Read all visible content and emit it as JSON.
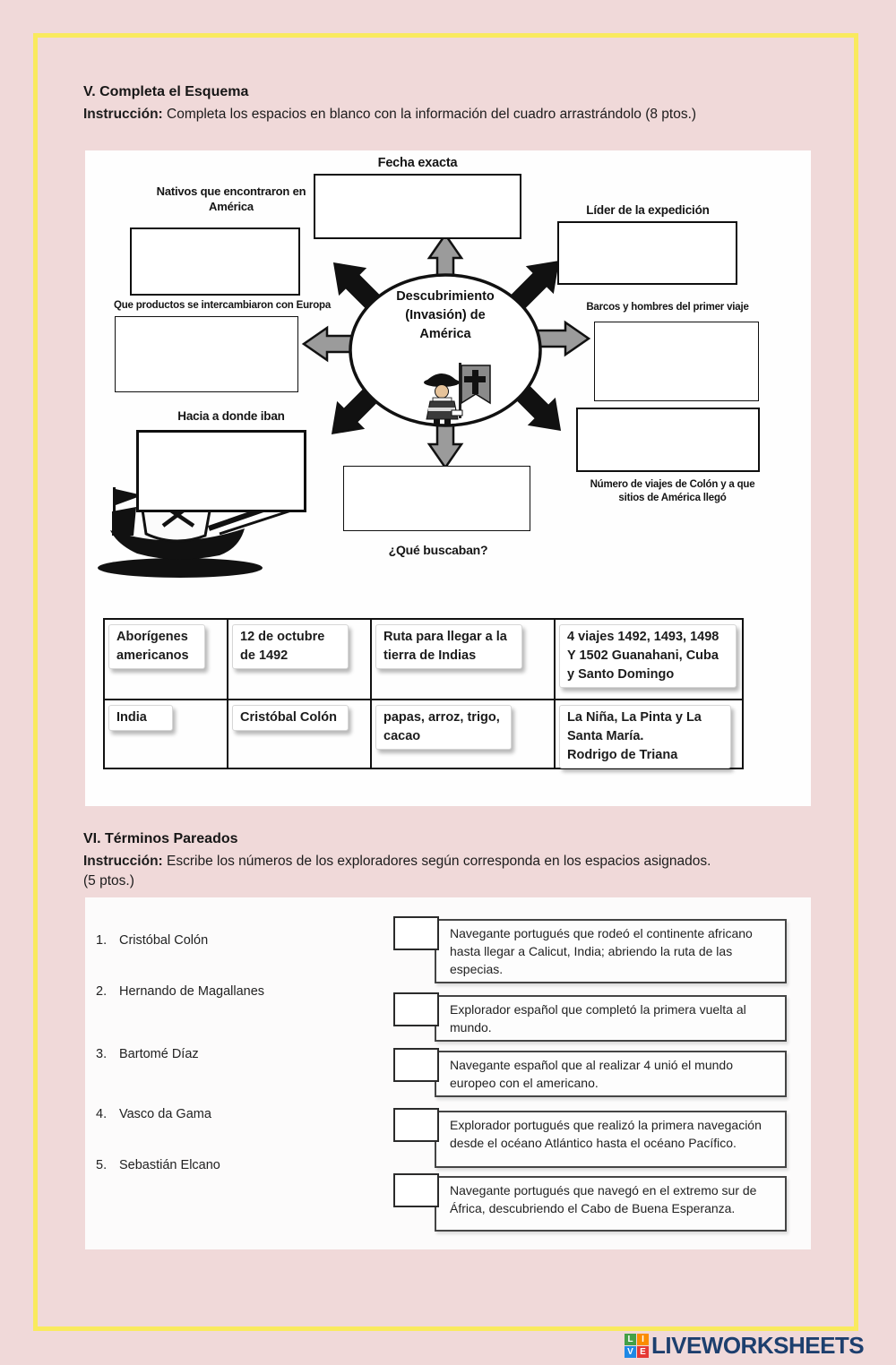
{
  "colors": {
    "page_bg": "#f0d9d9",
    "frame_yellow": "#f9ea5e",
    "brand_navy": "#1d3f6e",
    "logo_green": "#43a047",
    "logo_orange": "#fb8c00",
    "logo_blue": "#1e88e5",
    "logo_red": "#e53935"
  },
  "section5": {
    "title": "V. Completa el Esquema",
    "instruction_label": "Instrucción:",
    "instruction_text": " Completa los espacios en blanco con la información del cuadro arrastrándolo (8 ptos.)"
  },
  "diagram": {
    "center_line1": "Descubrimiento",
    "center_line2": "(Invasión) de",
    "center_line3": "América",
    "labels": {
      "top": "Fecha exacta",
      "top_left": "Nativos que encontraron en América",
      "top_right": "Líder de la expedición",
      "left": "Que productos se intercambiaron con Europa",
      "right": "Barcos y hombres del primer viaje",
      "bottom_left": "Hacia a donde iban",
      "bottom_right": "Número de viajes de Colón y a que sitios de América llegó",
      "bottom": "¿Qué buscaban?"
    }
  },
  "word_bank": {
    "rows": [
      [
        "Aborígenes americanos",
        "12 de octubre de 1492",
        "Ruta para llegar a la tierra de Indias",
        "4 viajes 1492, 1493, 1498 Y 1502 Guanahani, Cuba y Santo Domingo"
      ],
      [
        "India",
        "Cristóbal Colón",
        "papas, arroz, trigo, cacao",
        "La Niña, La Pinta y La Santa María.\nRodrigo de Triana"
      ]
    ]
  },
  "section6": {
    "title": "VI. Términos Pareados",
    "instruction_label": "Instrucción:",
    "instruction_text": " Escribe los números de los exploradores según corresponda en los espacios asignados.",
    "instruction_points": "(5 ptos.)",
    "explorers": [
      {
        "num": "1.",
        "name": "Cristóbal Colón"
      },
      {
        "num": "2.",
        "name": "Hernando de Magallanes"
      },
      {
        "num": "3.",
        "name": "Bartomé Díaz"
      },
      {
        "num": "4.",
        "name": "Vasco da Gama"
      },
      {
        "num": "5.",
        "name": "Sebastián Elcano"
      }
    ],
    "descriptions": [
      "Navegante portugués que rodeó el continente africano hasta llegar a Calicut, India; abriendo la ruta de las especias.",
      "Explorador español que completó la primera vuelta al mundo.",
      "Navegante español que al realizar 4 unió el mundo europeo con el americano.",
      "Explorador portugués que realizó la primera navegación desde el océano Atlántico hasta el océano Pacífico.",
      "Navegante portugués que navegó en el extremo sur de África, descubriendo el Cabo de Buena Esperanza."
    ]
  },
  "footer": {
    "brand": "LIVEWORKSHEETS",
    "logo_letters": [
      "L",
      "I",
      "V",
      "E"
    ]
  }
}
